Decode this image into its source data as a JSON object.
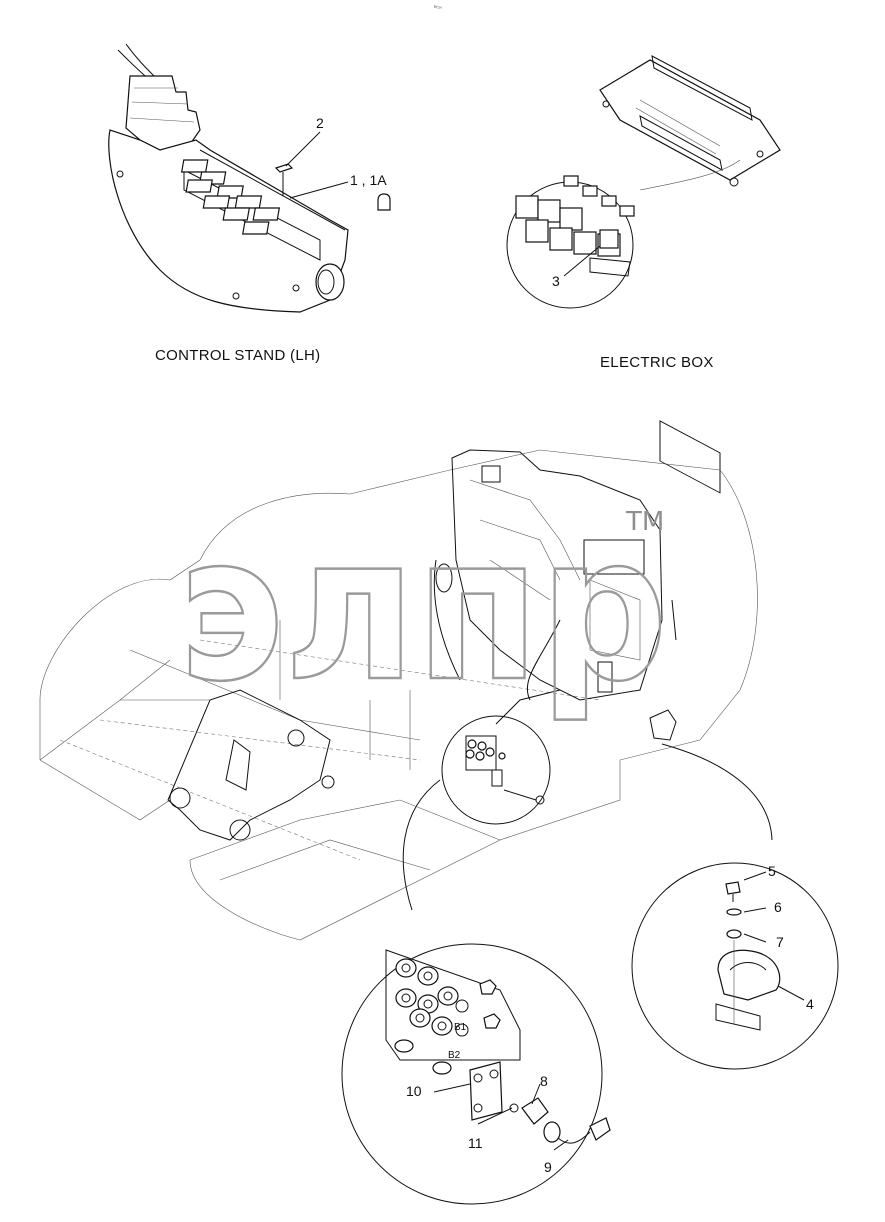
{
  "header_code": "ℎ⁄₂₀₀",
  "captions": {
    "control_stand": "CONTROL STAND (LH)",
    "electric_box": "ELECTRIC BOX"
  },
  "callouts": {
    "c1": "1 , 1A",
    "c2": "2",
    "c3": "3",
    "c4": "4",
    "c5": "5",
    "c6": "6",
    "c7": "7",
    "c8": "8",
    "c9": "9",
    "c10": "10",
    "c11": "11"
  },
  "port_labels": {
    "b1": "B1",
    "b2": "B2"
  },
  "watermark": {
    "text": "элпр",
    "tm": "TM"
  }
}
